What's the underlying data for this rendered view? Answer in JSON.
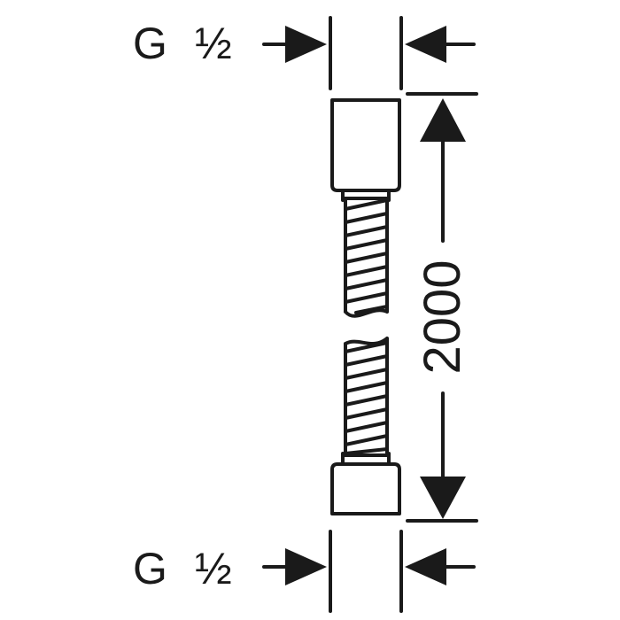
{
  "labels": {
    "top_thread_letter": "G",
    "top_thread_size": "½",
    "bottom_thread_letter": "G",
    "bottom_thread_size": "½",
    "length": "2000"
  },
  "colors": {
    "line": "#1a1a1a",
    "background": "#ffffff"
  }
}
